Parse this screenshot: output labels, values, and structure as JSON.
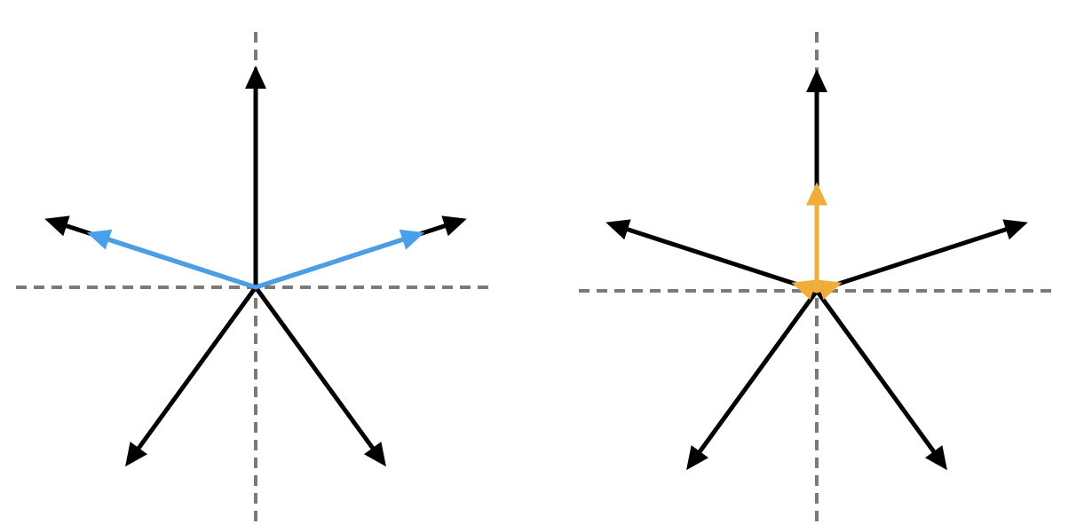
{
  "colors": {
    "background": "#ffffff",
    "axis": "#7a7a7a",
    "arrow": "#000000",
    "highlight_left": "#4a9fea",
    "highlight_right": "#f0ad3a"
  },
  "panels": [
    {
      "id": "left",
      "axis_style": "dashed",
      "vectors": [
        {
          "name": "up",
          "angle_deg": 90,
          "length": 1.0,
          "color": "arrow"
        },
        {
          "name": "upper-left",
          "angle_deg": 162,
          "length": 1.0,
          "color": "arrow"
        },
        {
          "name": "upper-right",
          "angle_deg": 18,
          "length": 1.0,
          "color": "arrow"
        },
        {
          "name": "lower-left",
          "angle_deg": 234,
          "length": 1.0,
          "color": "arrow"
        },
        {
          "name": "lower-right",
          "angle_deg": 306,
          "length": 1.0,
          "color": "arrow"
        }
      ],
      "highlights": [
        {
          "name": "blue-upper-left",
          "angle_deg": 162,
          "length": 0.8,
          "color": "highlight_left"
        },
        {
          "name": "blue-upper-right",
          "angle_deg": 18,
          "length": 0.8,
          "color": "highlight_left"
        }
      ]
    },
    {
      "id": "right",
      "axis_style": "dashed",
      "vectors": [
        {
          "name": "up",
          "angle_deg": 90,
          "length": 1.0,
          "color": "arrow"
        },
        {
          "name": "upper-left",
          "angle_deg": 162,
          "length": 1.0,
          "color": "arrow"
        },
        {
          "name": "upper-right",
          "angle_deg": 18,
          "length": 1.0,
          "color": "arrow"
        },
        {
          "name": "lower-left",
          "angle_deg": 234,
          "length": 1.0,
          "color": "arrow"
        },
        {
          "name": "lower-right",
          "angle_deg": 306,
          "length": 1.0,
          "color": "arrow"
        }
      ],
      "highlights": [
        {
          "name": "orange-up",
          "angle_deg": 90,
          "length": 0.49,
          "color": "highlight_right"
        },
        {
          "name": "orange-left",
          "angle_deg": 162,
          "length": 0.12,
          "color": "highlight_right"
        },
        {
          "name": "orange-right",
          "angle_deg": 18,
          "length": 0.12,
          "color": "highlight_right"
        }
      ]
    }
  ]
}
